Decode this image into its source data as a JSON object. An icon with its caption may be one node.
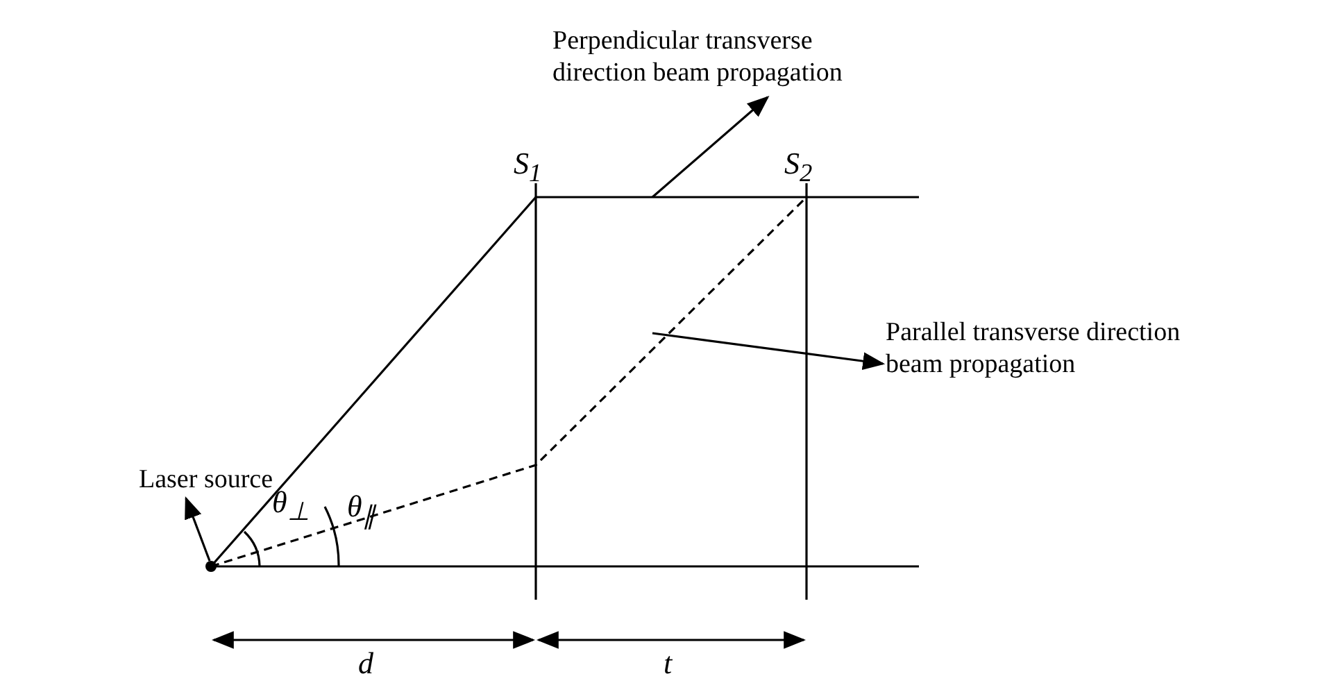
{
  "diagram": {
    "nodes": [
      {
        "text": [
          "Laser source"
        ]
      },
      {
        "text": [],
        "shape": "circle"
      },
      {
        "text": [
          "Perpendicular transverse direction beam propagation"
        ]
      },
      {
        "text": [
          "Parallel transverse direction beam propagation"
        ]
      }
    ],
    "edges": [
      {
        "from": 1,
        "to": 0,
        "arrow": "to"
      },
      {
        "from": null,
        "to": 2,
        "arrow": "to"
      },
      {
        "from": null,
        "to": 3,
        "arrow": "to"
      }
    ],
    "labels": [
      "S$_{1}$",
      "S$_{2}$",
      "θ$_{⊥}$",
      "θ$_{∥}$",
      "d",
      "t"
    ]
  }
}
